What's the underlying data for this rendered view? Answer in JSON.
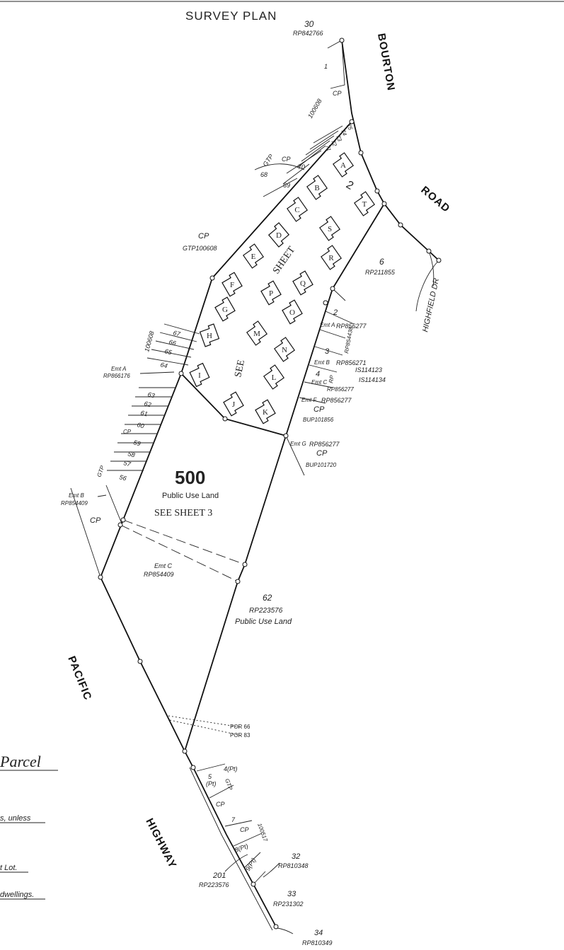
{
  "title": "SURVEY PLAN",
  "roads": {
    "bourton": "BOURTON",
    "road": "ROAD",
    "pacific": "PACIFIC",
    "highway": "HIGHWAY",
    "highfield": "HIGHFIELD DR"
  },
  "lot500": {
    "number": "500",
    "use": "Public Use Land",
    "see": "SEE SHEET 3"
  },
  "lot62": {
    "number": "62",
    "plan": "RP223576",
    "use": "Public Use Land"
  },
  "lot2": "2",
  "see_sheet": {
    "see": "SEE",
    "sheet": "SHEET"
  },
  "units": [
    "A",
    "B",
    "C",
    "D",
    "E",
    "F",
    "G",
    "H",
    "I",
    "J",
    "K",
    "L",
    "M",
    "N",
    "O",
    "P",
    "Q",
    "R",
    "S",
    "T"
  ],
  "parcels": {
    "p30": "30",
    "p30_plan": "RP842766",
    "p1": "1",
    "cp_top": "CP",
    "gtp_top": "100608",
    "small_top": [
      "75",
      "74",
      "73",
      "72",
      "71"
    ],
    "p70": "70",
    "p69": "69",
    "p68": "68",
    "cp_mid": "CP",
    "gtp_mid": "GTP",
    "cp_west": "CP",
    "cp_west_plan": "GTP100608",
    "p6": "6",
    "p6_plan": "RP211855",
    "west_plan": "100608",
    "west_lots": [
      "67",
      "66",
      "65",
      "64"
    ],
    "west_lots2": [
      "63",
      "62",
      "61",
      "60",
      "59",
      "58",
      "57",
      "56"
    ],
    "emt_a_w": "Emt A",
    "emt_a_w_plan": "RP866176",
    "cp_w2": "CP",
    "gtp_w2": "GTP",
    "emt_b_w": "Emt B",
    "emt_b_w_plan": "RP854409",
    "cp_w3": "CP",
    "emt_c": "Emt C",
    "emt_c_plan": "RP854409",
    "p2e": "2",
    "emt_a_e": "Emt A",
    "emt_a_e_plan": "RP856277",
    "p3": "3",
    "p3_plan": "RP854438",
    "emt_b_e": "Emt B",
    "emt_b_e_plan": "RP856271",
    "is1": "IS114123",
    "is2": "IS114134",
    "p4": "4",
    "emt_c_e": "Emt C",
    "rp_e": "RP",
    "emt_c_e_plan": "RP856277",
    "emt_f": "Emt F",
    "emt_f_plan": "RP856277",
    "cp_e1": "CP",
    "bup1": "BUP101856",
    "emt_g": "Emt G",
    "emt_g_plan": "RP856277",
    "cp_e2": "CP",
    "bup2": "BUP101720",
    "por66": "POR 66",
    "por83": "POR 83",
    "p4pt": "4(Pt)",
    "p5pt": "5",
    "p5pt_b": "(Pt)",
    "gtp_s": "GTP",
    "cp_s1": "CP",
    "p7": "7",
    "cp_s2": "CP",
    "s100517": "100517",
    "p8pt": "8(Pt)",
    "p9pt": "9(Pt)",
    "p201": "201",
    "p201_plan": "RP223576",
    "p32": "32",
    "p32_plan": "RP810348",
    "p33": "33",
    "p33_plan": "RP231302",
    "p34": "34",
    "p34_plan": "RP810349"
  },
  "legend": {
    "parcel": "Parcel",
    "unless": "s, unless",
    "lot": "t Lot.",
    "dwellings": "dwellings."
  }
}
